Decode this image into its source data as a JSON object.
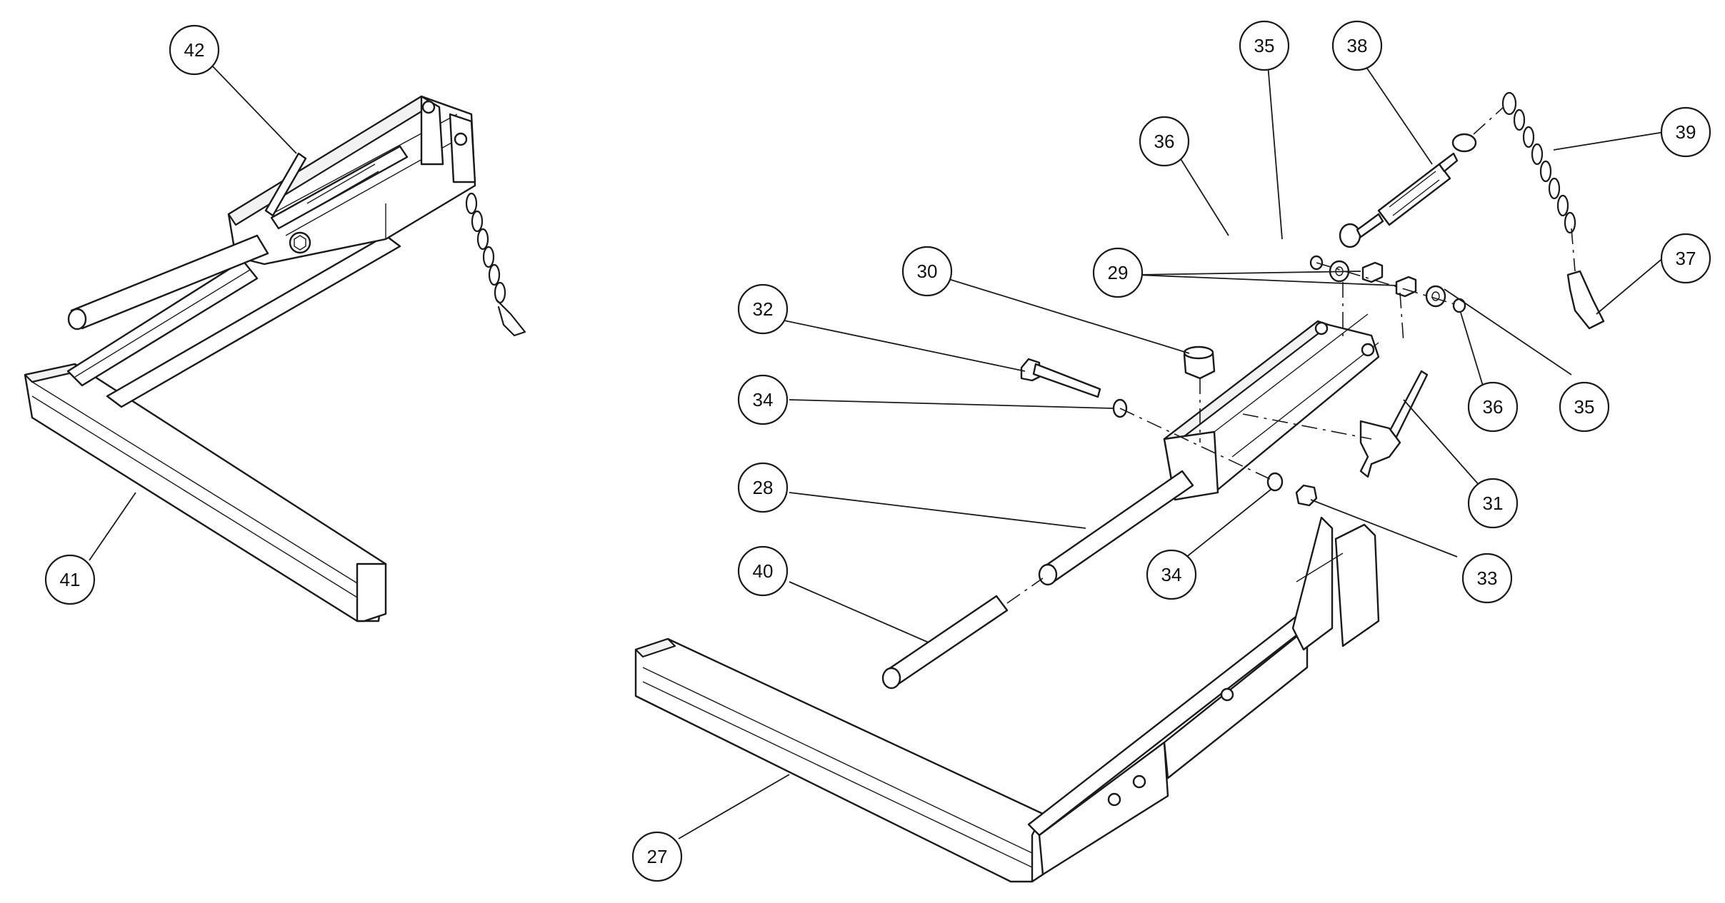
{
  "balloons": [
    {
      "id": "b42",
      "label": "42"
    },
    {
      "id": "b41",
      "label": "41"
    },
    {
      "id": "b35a",
      "label": "35"
    },
    {
      "id": "b38",
      "label": "38"
    },
    {
      "id": "b39",
      "label": "39"
    },
    {
      "id": "b36a",
      "label": "36"
    },
    {
      "id": "b37",
      "label": "37"
    },
    {
      "id": "b30",
      "label": "30"
    },
    {
      "id": "b29",
      "label": "29"
    },
    {
      "id": "b32",
      "label": "32"
    },
    {
      "id": "b34a",
      "label": "34"
    },
    {
      "id": "b36b",
      "label": "36"
    },
    {
      "id": "b35b",
      "label": "35"
    },
    {
      "id": "b31",
      "label": "31"
    },
    {
      "id": "b28",
      "label": "28"
    },
    {
      "id": "b34b",
      "label": "34"
    },
    {
      "id": "b33",
      "label": "33"
    },
    {
      "id": "b40",
      "label": "40"
    },
    {
      "id": "b27",
      "label": "27"
    }
  ]
}
